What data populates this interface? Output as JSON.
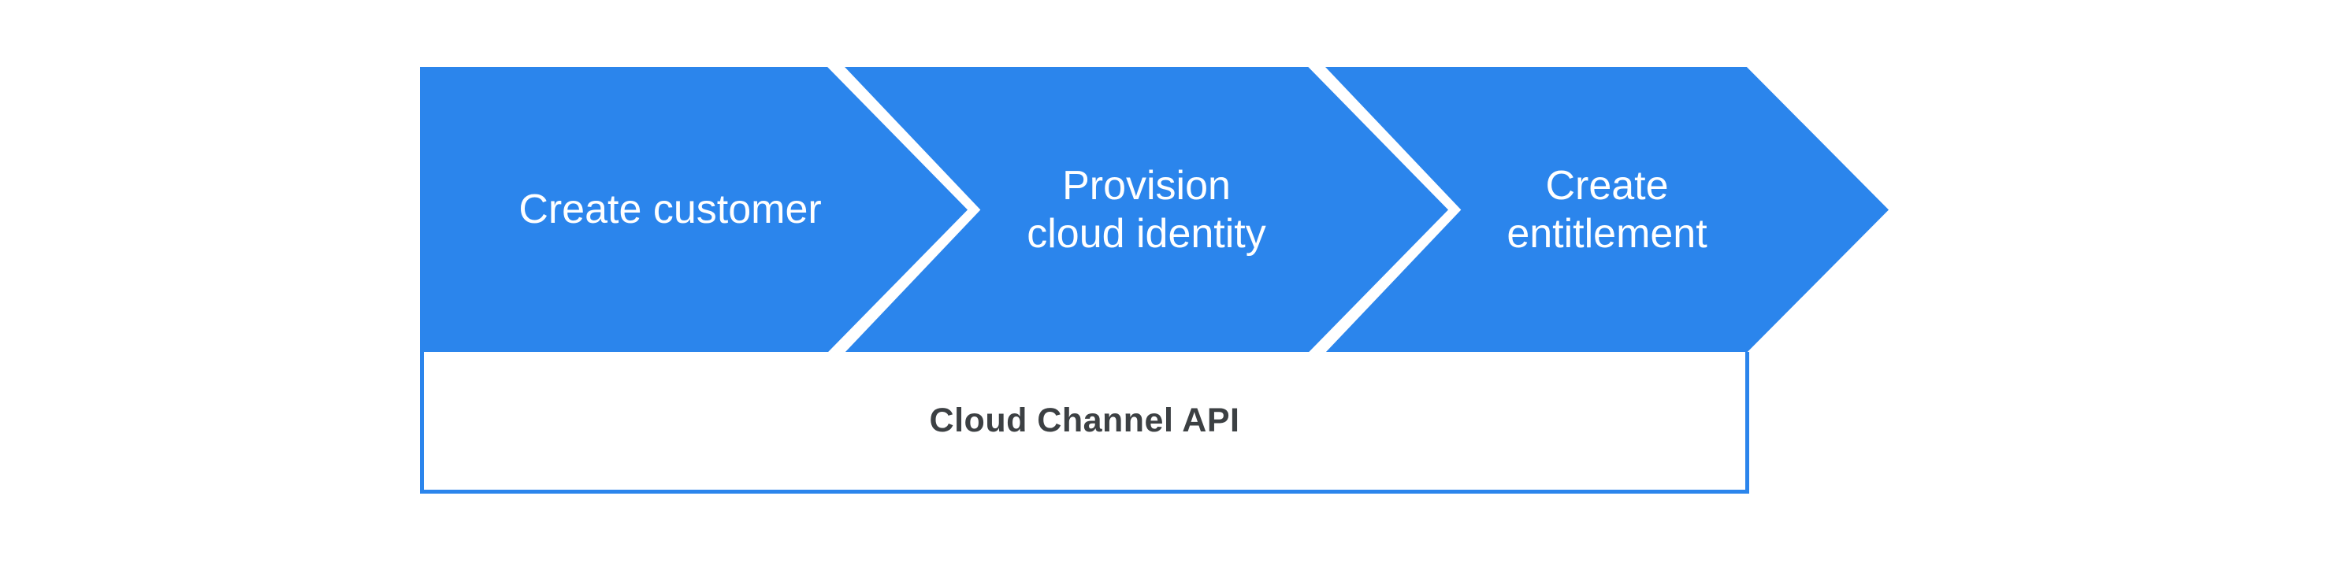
{
  "background_color": "#FFFFFF",
  "flow": {
    "fill_color": "#2B85EC",
    "text_color": "#FFFFFF",
    "steps": [
      {
        "label": "Create customer"
      },
      {
        "label": "Provision\ncloud identity"
      },
      {
        "label": "Create\nentitlement"
      }
    ]
  },
  "api_bar": {
    "label": "Cloud Channel API",
    "background_color": "#FFFFFF",
    "border_color": "#2B85EC",
    "text_color": "#3C4043"
  }
}
